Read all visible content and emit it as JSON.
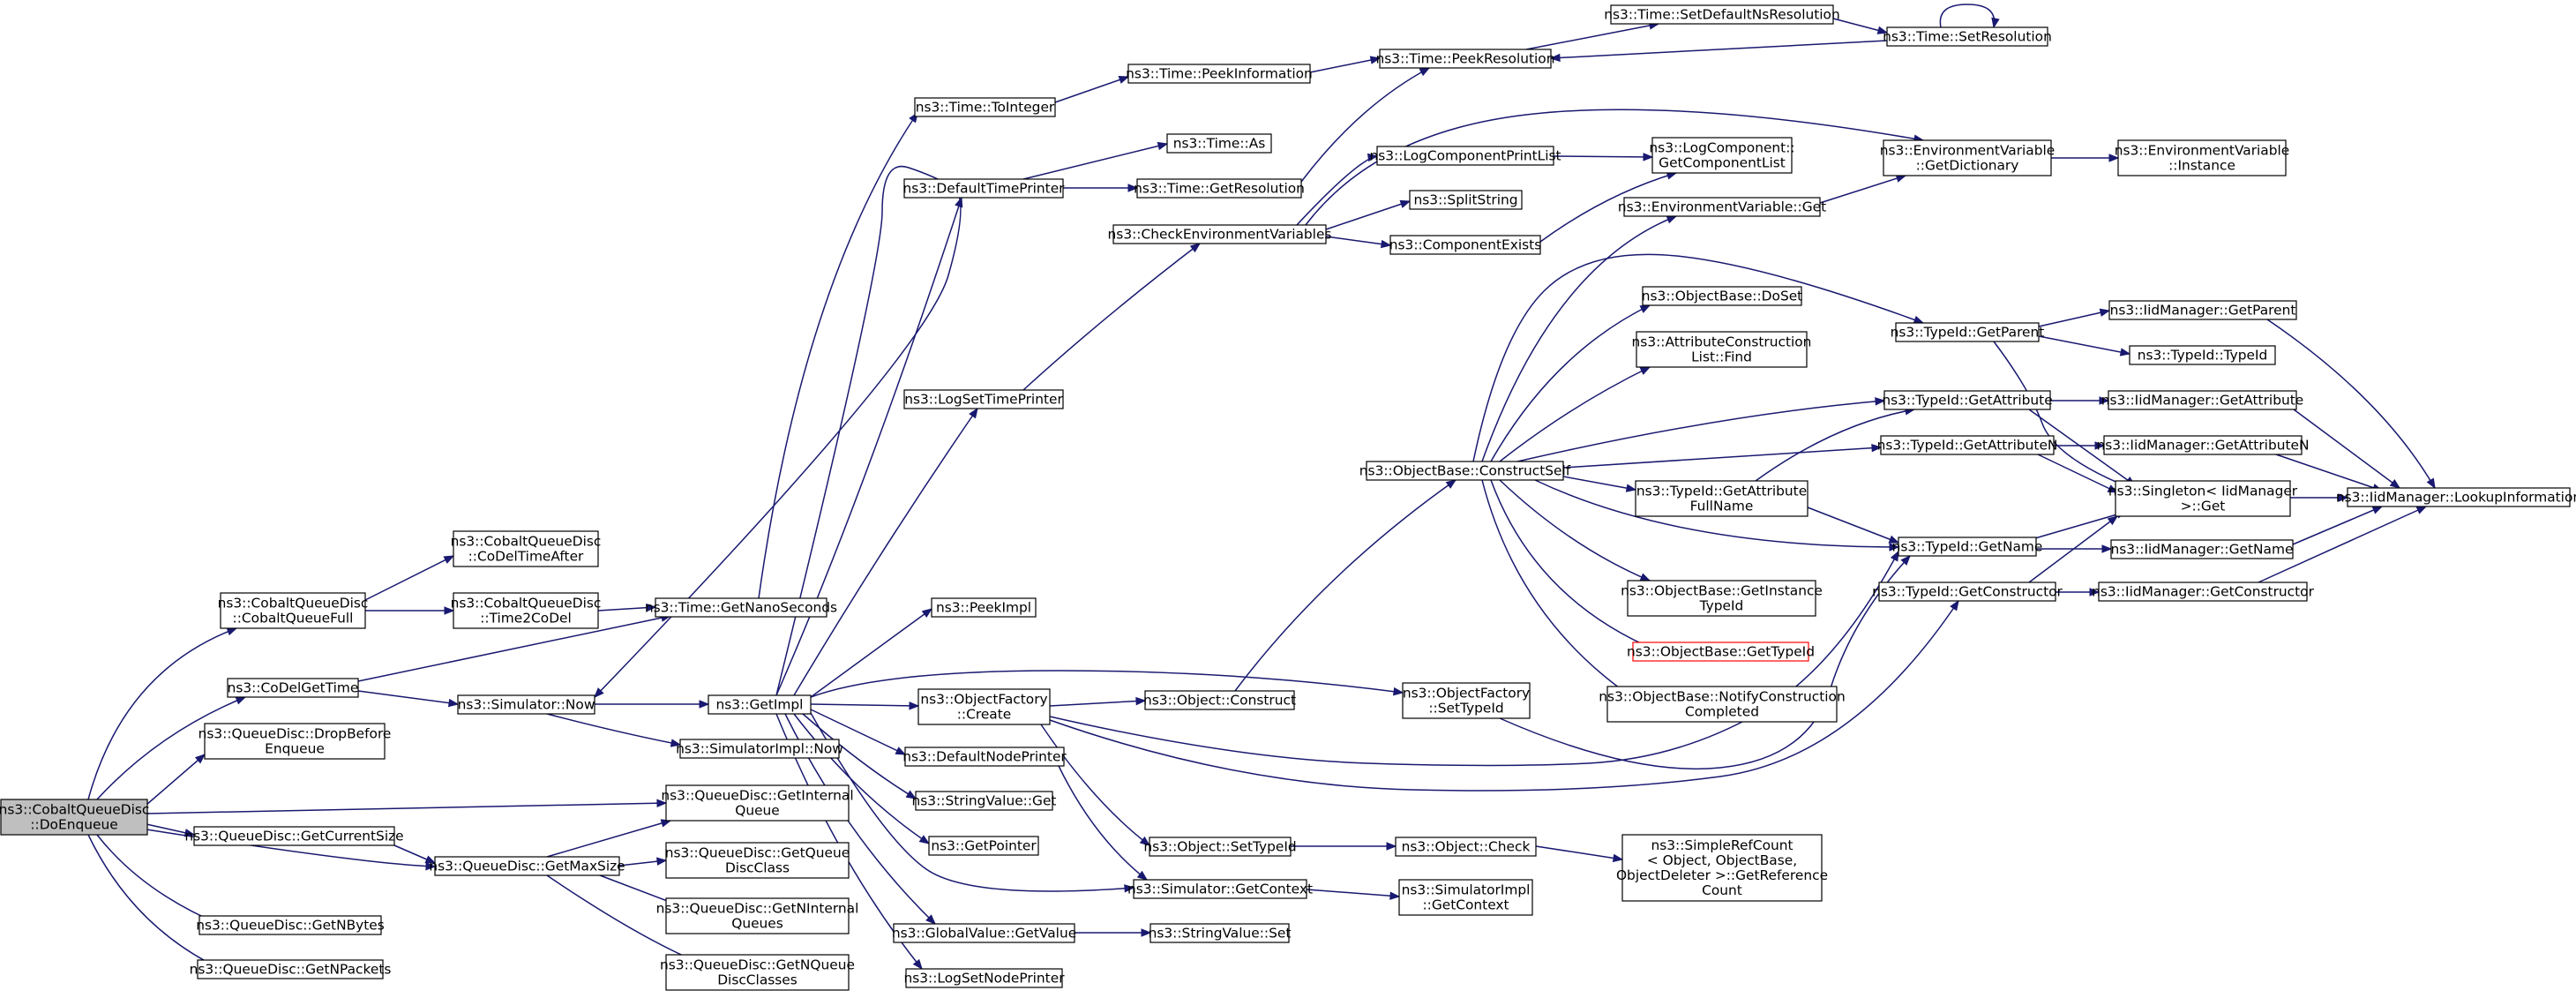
{
  "title": "",
  "colors": {
    "edge": "#191970",
    "node_border": "#000000",
    "root_fill": "#bfbfbf",
    "node_fill": "#ffffff",
    "highlight_border": "#ff0000"
  },
  "nodes": {
    "doenqueue": {
      "lines": [
        "ns3::CobaltQueueDisc",
        "::DoEnqueue"
      ],
      "root": true
    },
    "cobaltqueuefull": {
      "lines": [
        "ns3::CobaltQueueDisc",
        "::CobaltQueueFull"
      ]
    },
    "codelgettime": {
      "lines": [
        "ns3::CoDelGetTime"
      ]
    },
    "dropbeforeenqueue": {
      "lines": [
        "ns3::QueueDisc::DropBefore",
        "Enqueue"
      ]
    },
    "getcurrentsize": {
      "lines": [
        "ns3::QueueDisc::GetCurrentSize"
      ]
    },
    "getnbytes": {
      "lines": [
        "ns3::QueueDisc::GetNBytes"
      ]
    },
    "getnpackets": {
      "lines": [
        "ns3::QueueDisc::GetNPackets"
      ]
    },
    "codeltimeafter": {
      "lines": [
        "ns3::CobaltQueueDisc",
        "::CoDelTimeAfter"
      ]
    },
    "time2codel": {
      "lines": [
        "ns3::CobaltQueueDisc",
        "::Time2CoDel"
      ]
    },
    "simnow": {
      "lines": [
        "ns3::Simulator::Now"
      ]
    },
    "getmaxsize": {
      "lines": [
        "ns3::QueueDisc::GetMaxSize"
      ]
    },
    "getinternalqueue": {
      "lines": [
        "ns3::QueueDisc::GetInternal",
        "Queue"
      ]
    },
    "getqueuedisclass": {
      "lines": [
        "ns3::QueueDisc::GetQueue",
        "DiscClass"
      ]
    },
    "getninternalqueues": {
      "lines": [
        "ns3::QueueDisc::GetNInternal",
        "Queues"
      ]
    },
    "getnqueuedisclasses": {
      "lines": [
        "ns3::QueueDisc::GetNQueue",
        "DiscClasses"
      ]
    },
    "getnanoseconds": {
      "lines": [
        "ns3::Time::GetNanoSeconds"
      ]
    },
    "getimpl": {
      "lines": [
        "ns3::GetImpl"
      ]
    },
    "simimplnow": {
      "lines": [
        "ns3::SimulatorImpl::Now"
      ]
    },
    "tointeger": {
      "lines": [
        "ns3::Time::ToInteger"
      ]
    },
    "defaulttimeprinter": {
      "lines": [
        "ns3::DefaultTimePrinter"
      ]
    },
    "logsettimeprinter": {
      "lines": [
        "ns3::LogSetTimePrinter"
      ]
    },
    "peekimpl": {
      "lines": [
        "ns3::PeekImpl"
      ]
    },
    "objectfactorycreate": {
      "lines": [
        "ns3::ObjectFactory",
        "::Create"
      ]
    },
    "defaultnodeprinter": {
      "lines": [
        "ns3::DefaultNodePrinter"
      ]
    },
    "stringvalueget": {
      "lines": [
        "ns3::StringValue::Get"
      ]
    },
    "getpointer": {
      "lines": [
        "ns3::GetPointer"
      ]
    },
    "globalvalueget": {
      "lines": [
        "ns3::GlobalValue::GetValue"
      ]
    },
    "logsetnodeprinter": {
      "lines": [
        "ns3::LogSetNodePrinter"
      ]
    },
    "peekinformation": {
      "lines": [
        "ns3::Time::PeekInformation"
      ]
    },
    "timeas": {
      "lines": [
        "ns3::Time::As"
      ]
    },
    "getresolution": {
      "lines": [
        "ns3::Time::GetResolution"
      ]
    },
    "checkenvvars": {
      "lines": [
        "ns3::CheckEnvironmentVariables"
      ]
    },
    "objectconstruct": {
      "lines": [
        "ns3::Object::Construct"
      ]
    },
    "objectsettypeid": {
      "lines": [
        "ns3::Object::SetTypeId"
      ]
    },
    "simgetcontext": {
      "lines": [
        "ns3::Simulator::GetContext"
      ]
    },
    "stringvalueset": {
      "lines": [
        "ns3::StringValue::Set"
      ]
    },
    "peekresolution": {
      "lines": [
        "ns3::Time::PeekResolution"
      ]
    },
    "logcompprintlist": {
      "lines": [
        "ns3::LogComponentPrintList"
      ]
    },
    "splitstring": {
      "lines": [
        "ns3::SplitString"
      ]
    },
    "componentexists": {
      "lines": [
        "ns3::ComponentExists"
      ]
    },
    "constructself": {
      "lines": [
        "ns3::ObjectBase::ConstructSelf"
      ]
    },
    "ofsettypeid": {
      "lines": [
        "ns3::ObjectFactory",
        "::SetTypeId"
      ]
    },
    "objectcheck": {
      "lines": [
        "ns3::Object::Check"
      ]
    },
    "simimplgetcontext": {
      "lines": [
        "ns3::SimulatorImpl",
        "::GetContext"
      ]
    },
    "setdefaultnsres": {
      "lines": [
        "ns3::Time::SetDefaultNsResolution"
      ]
    },
    "getcomponentlist": {
      "lines": [
        "ns3::LogComponent::",
        "GetComponentList"
      ]
    },
    "envvarget": {
      "lines": [
        "ns3::EnvironmentVariable::Get"
      ]
    },
    "doset": {
      "lines": [
        "ns3::ObjectBase::DoSet"
      ]
    },
    "attrconstructfind": {
      "lines": [
        "ns3::AttributeConstruction",
        "List::Find"
      ]
    },
    "getattributefullname": {
      "lines": [
        "ns3::TypeId::GetAttribute",
        "FullName"
      ]
    },
    "getinstancetypeid": {
      "lines": [
        "ns3::ObjectBase::GetInstance",
        "TypeId"
      ]
    },
    "objectbasegettypeid": {
      "lines": [
        "ns3::ObjectBase::GetTypeId"
      ],
      "highlight": true
    },
    "notifyconstructioncompleted": {
      "lines": [
        "ns3::ObjectBase::NotifyConstruction",
        "Completed"
      ]
    },
    "simplerefcount": {
      "lines": [
        "ns3::SimpleRefCount",
        "< Object, ObjectBase,",
        "ObjectDeleter >::GetReference",
        "Count"
      ]
    },
    "setresolution": {
      "lines": [
        "ns3::Time::SetResolution"
      ]
    },
    "getdictionary": {
      "lines": [
        "ns3::EnvironmentVariable",
        "::GetDictionary"
      ]
    },
    "typeidgetparent": {
      "lines": [
        "ns3::TypeId::GetParent"
      ]
    },
    "typeidgetattribute": {
      "lines": [
        "ns3::TypeId::GetAttribute"
      ]
    },
    "typeidgetattributen": {
      "lines": [
        "ns3::TypeId::GetAttributeN"
      ]
    },
    "typeidgetname": {
      "lines": [
        "ns3::TypeId::GetName"
      ]
    },
    "typeidgetconstructor": {
      "lines": [
        "ns3::TypeId::GetConstructor"
      ]
    },
    "envvarinstance": {
      "lines": [
        "ns3::EnvironmentVariable",
        "::Instance"
      ]
    },
    "iidgetparent": {
      "lines": [
        "ns3::IidManager::GetParent"
      ]
    },
    "typeidtypeid": {
      "lines": [
        "ns3::TypeId::TypeId"
      ]
    },
    "iidgetattribute": {
      "lines": [
        "ns3::IidManager::GetAttribute"
      ]
    },
    "iidgetattributen": {
      "lines": [
        "ns3::IidManager::GetAttributeN"
      ]
    },
    "singletonget": {
      "lines": [
        "ns3::Singleton< IidManager",
        ">::Get"
      ]
    },
    "iidgetname": {
      "lines": [
        "ns3::IidManager::GetName"
      ]
    },
    "iidgetconstructor": {
      "lines": [
        "ns3::IidManager::GetConstructor"
      ]
    },
    "iidlookupinformation": {
      "lines": [
        "ns3::IidManager::LookupInformation"
      ]
    }
  }
}
